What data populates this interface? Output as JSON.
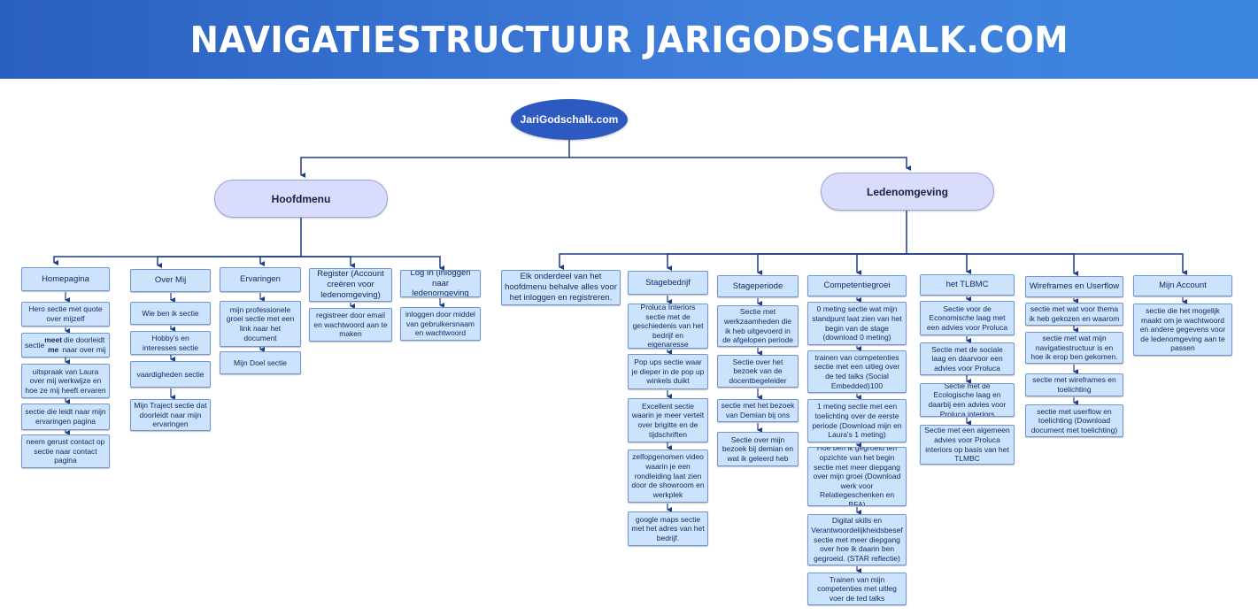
{
  "title": "NAVIGATIESTRUCTUUR JARIGODSCHALK.COM",
  "root": "JariGodschalk.com",
  "sections": {
    "hoofdmenu": "Hoofdmenu",
    "ledenomgeving": "Ledenomgeving"
  },
  "hoofdmenu": {
    "homepagina": {
      "label": "Homepagina",
      "items": [
        "Hero sectie met quote over mijzelf",
        "sectie met de ‘meet me’ die doorleidt naar over mij",
        "uitspraak van Laura over mij werkwijze en hoe ze mij heeft ervaren",
        "sectie die leidt naar mijn ervaringen pagina",
        "neem gerust contact op sectie naar contact pagina"
      ],
      "meet_me_prefix": "sectie ",
      "meet_me_bold": "meet me",
      "meet_me_suffix": " die doorleidt naar over mij"
    },
    "over_mij": {
      "label": "Over Mij",
      "items": [
        "Wie ben ik sectie",
        "Hobby’s en interesses sectie",
        "vaardigheden sectie",
        "Mijn Traject sectie dat doorleidt naar mijn ervaringen"
      ]
    },
    "ervaringen": {
      "label": "Ervaringen",
      "items": [
        "mijn professionele groei sectie met een link naar het document",
        "Mijn Doel sectie"
      ]
    },
    "register": {
      "label": "Register (Account creëren voor ledenomgeving)",
      "items": [
        "registreer door email en wachtwoord aan te maken"
      ]
    },
    "login": {
      "label": "Log In (inloggen naar ledenomgeving",
      "items": [
        "inloggen door middel van gebruikersnaam en wachtwoord"
      ]
    }
  },
  "ledenomgeving": {
    "note": "Elk onderdeel van het hoofdmenu behalve alles voor het inloggen en registreren.",
    "stagebedrijf": {
      "label": "Stagebedrijf",
      "items": [
        "Proluca Interiors sectie met de geschiedenis van het bedrijf en eigenaresse",
        "Pop ups sectie waar je dieper in de pop up winkels duikt",
        "Excellent sectie waarin je meer vertelt over brigitte en de tijdschriften",
        "zelfopgenomen video waarin je een rondleiding laat zien door de showroom en werkplek",
        "google maps sectie met het adres van het bedrijf."
      ]
    },
    "stageperiode": {
      "label": "Stageperiode",
      "items": [
        "Sectie met werkzaamheden die ik heb uitgevoerd in de afgelopen periode",
        "Sectie over het bezoek van de docentbegeleider",
        "sectie met het bezoek van Demian bij ons",
        "Sectie over mijn bezoek bij demian en wat ik geleerd heb"
      ]
    },
    "competentiegroei": {
      "label": "Competentiegroei",
      "items": [
        "0 meting sectie wat mijn standpunt laat zien van het begin van de stage (download 0 meting)",
        "trainen van competenties sectie met een uitleg over de ted talks (Social Embedded)100",
        "1 meting sectie met een toelichting over de eerste periode (Download mijn en Laura's 1 meting)",
        "Hoe ben ik gegroeid ten opzichte van het begin sectie met meer diepgang over mijn groei (Download werk voor Relatiegeschenken en BFA)",
        "Digital skills en Verantwoordelijkheidsbesef sectie met meer diepgang over hoe ik daarin ben gegroeid. (STAR reflectie)",
        "Trainen van mijn competenties met uitleg voer de ted talks"
      ]
    },
    "tlbmc": {
      "label": "het TLBMC",
      "items": [
        "Sectie voor de Economische laag met een advies voor Proluca",
        "Sectie met de sociale laag en daarvoor een advies voor Proluca",
        "Sectie met de Ecologische laag en daarbij een advies voor Proluca interiors",
        "Sectie met een algemeen advies voor Proluca interiors op basis van het TLMBC"
      ]
    },
    "wireframes": {
      "label": "Wireframes en Userflow",
      "items": [
        "sectie met wat voor thema ik heb gekozen en waarom",
        "sectie met wat mijn navigatiestructuur is en hoe ik erop ben gekomen.",
        "sectie met wireframes en toelichting",
        "sectie met userflow en toelichting (Download document met toelichting)"
      ]
    },
    "account": {
      "label": "Mijn Account",
      "items": [
        "sectie die het mogelijk maakt om je wachtwoord en andere gegevens voor de ledenomgeving aan te passen"
      ]
    }
  },
  "colors": {
    "banner": "#2f6bd0",
    "root": "#2d5ac0",
    "section": "#d9dcfa",
    "box": "#cde3fb",
    "box_border": "#6d97d4",
    "connector": "#1f3f8a"
  }
}
